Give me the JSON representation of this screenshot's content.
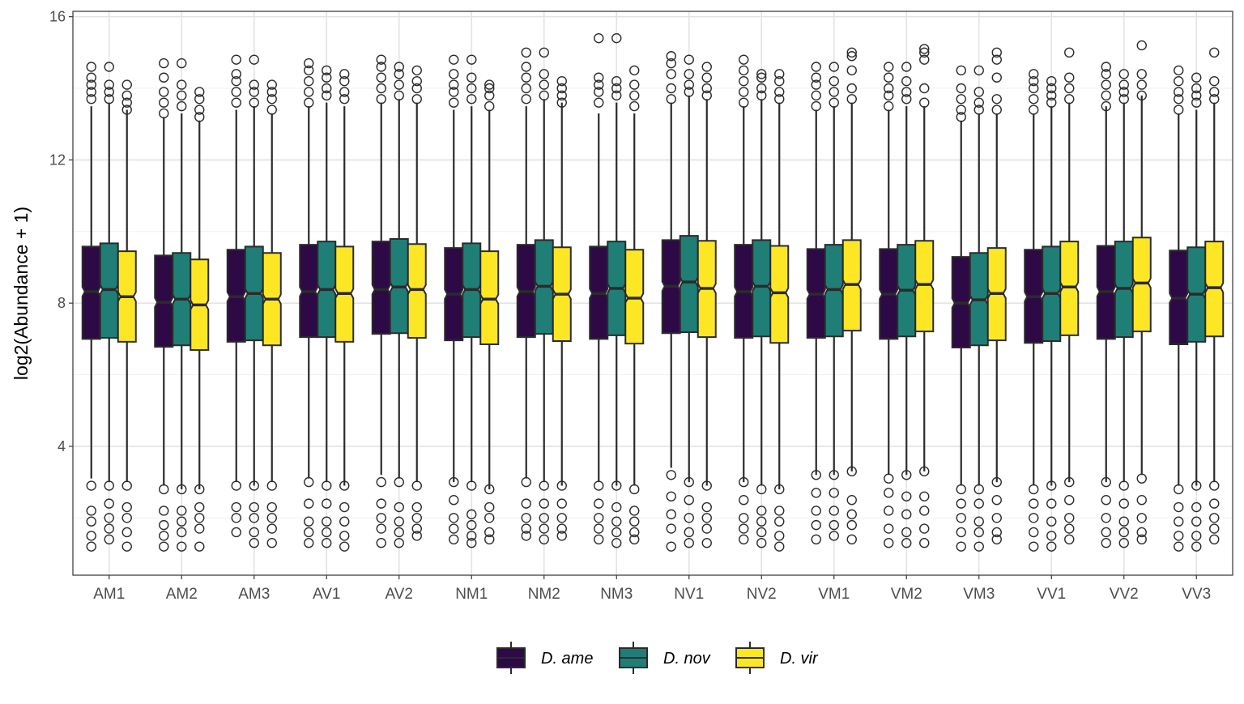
{
  "chart_data": {
    "type": "boxplot",
    "title": "",
    "xlabel": "",
    "ylabel": "log2(Abundance + 1)",
    "ylim": [
      0.4,
      16.15
    ],
    "yticks": [
      4,
      8,
      12,
      16
    ],
    "grid": true,
    "notched": true,
    "legend_position": "bottom",
    "categories": [
      "AM1",
      "AM2",
      "AM3",
      "AV1",
      "AV2",
      "NM1",
      "NM2",
      "NM3",
      "NV1",
      "NV2",
      "VM1",
      "VM2",
      "VM3",
      "VV1",
      "VV2",
      "VV3"
    ],
    "series": [
      {
        "name": "D. ame",
        "color": "#440154",
        "fill": "#2d0a45",
        "stats": [
          [
            3.1,
            7.0,
            8.32,
            9.58,
            13.5
          ],
          [
            2.9,
            6.78,
            8.02,
            9.33,
            13.2
          ],
          [
            3.0,
            6.92,
            8.18,
            9.49,
            13.4
          ],
          [
            3.1,
            7.05,
            8.32,
            9.63,
            13.5
          ],
          [
            3.2,
            7.14,
            8.38,
            9.72,
            13.6
          ],
          [
            3.0,
            6.96,
            8.25,
            9.54,
            13.4
          ],
          [
            3.1,
            7.05,
            8.32,
            9.63,
            13.5
          ],
          [
            3.0,
            7.0,
            8.27,
            9.58,
            13.3
          ],
          [
            3.4,
            7.16,
            8.47,
            9.76,
            13.6
          ],
          [
            3.0,
            7.03,
            8.32,
            9.63,
            13.5
          ],
          [
            3.2,
            7.03,
            8.25,
            9.51,
            13.4
          ],
          [
            3.2,
            7.0,
            8.25,
            9.51,
            13.4
          ],
          [
            2.9,
            6.76,
            8.0,
            9.29,
            13.1
          ],
          [
            2.9,
            6.89,
            8.18,
            9.49,
            13.3
          ],
          [
            3.0,
            7.0,
            8.32,
            9.6,
            13.5
          ],
          [
            2.9,
            6.85,
            8.14,
            9.47,
            13.3
          ]
        ],
        "outliers": [
          [
            13.7,
            13.9,
            14.1,
            14.3,
            14.6,
            2.9,
            2.2,
            1.9,
            1.5,
            1.2
          ],
          [
            13.3,
            13.6,
            13.9,
            14.3,
            14.7,
            2.8,
            2.2,
            1.8,
            1.5,
            1.2
          ],
          [
            13.6,
            13.9,
            14.2,
            14.4,
            14.8,
            2.9,
            2.3,
            2.0,
            1.6
          ],
          [
            13.6,
            13.9,
            14.2,
            14.5,
            14.7,
            3.0,
            2.4,
            1.9,
            1.6,
            1.3
          ],
          [
            13.7,
            14.0,
            14.3,
            14.6,
            14.8,
            3.0,
            2.4,
            2.0,
            1.7,
            1.3
          ],
          [
            13.6,
            13.9,
            14.1,
            14.4,
            14.8,
            3.0,
            2.5,
            2.0,
            1.7,
            1.4
          ],
          [
            13.7,
            14.0,
            14.3,
            14.6,
            15.0,
            3.0,
            2.4,
            2.0,
            1.7,
            1.5
          ],
          [
            13.6,
            13.9,
            14.1,
            14.3,
            15.4,
            2.9,
            2.4,
            2.0,
            1.7,
            1.4
          ],
          [
            13.7,
            14.0,
            14.4,
            14.7,
            14.9,
            3.2,
            2.6,
            2.1,
            1.7,
            1.2
          ],
          [
            13.6,
            13.9,
            14.2,
            14.5,
            14.8,
            3.0,
            2.5,
            2.0,
            1.7,
            1.4
          ],
          [
            13.5,
            13.8,
            14.1,
            14.3,
            14.6,
            3.2,
            2.7,
            2.2,
            1.8,
            1.4
          ],
          [
            13.5,
            13.8,
            14.0,
            14.3,
            14.6,
            3.1,
            2.7,
            2.2,
            1.7,
            1.3
          ],
          [
            13.2,
            13.4,
            13.7,
            14.0,
            14.5,
            2.8,
            2.4,
            2.0,
            1.6,
            1.2
          ],
          [
            13.4,
            13.7,
            14.0,
            14.2,
            14.4,
            2.8,
            2.4,
            2.0,
            1.6,
            1.2
          ],
          [
            13.5,
            13.8,
            14.1,
            14.4,
            14.6,
            3.0,
            2.5,
            2.0,
            1.6,
            1.3
          ],
          [
            13.4,
            13.7,
            13.9,
            14.2,
            14.5,
            2.8,
            2.3,
            1.9,
            1.5,
            1.2
          ]
        ]
      },
      {
        "name": "D. nov",
        "color": "#21908C",
        "fill": "#1f7f77",
        "stats": [
          [
            3.0,
            7.03,
            8.38,
            9.67,
            13.6
          ],
          [
            2.8,
            6.82,
            8.11,
            9.4,
            13.3
          ],
          [
            2.9,
            6.96,
            8.27,
            9.58,
            13.5
          ],
          [
            3.0,
            7.05,
            8.38,
            9.72,
            13.6
          ],
          [
            3.1,
            7.16,
            8.45,
            9.79,
            13.7
          ],
          [
            3.0,
            7.05,
            8.38,
            9.67,
            13.5
          ],
          [
            3.0,
            7.14,
            8.47,
            9.76,
            13.7
          ],
          [
            2.9,
            7.1,
            8.41,
            9.72,
            13.6
          ],
          [
            3.0,
            7.19,
            8.59,
            9.88,
            13.8
          ],
          [
            2.9,
            7.07,
            8.47,
            9.76,
            13.7
          ],
          [
            3.2,
            7.07,
            8.38,
            9.63,
            13.5
          ],
          [
            3.2,
            7.07,
            8.36,
            9.63,
            13.5
          ],
          [
            2.9,
            6.82,
            8.09,
            9.4,
            13.3
          ],
          [
            2.9,
            6.94,
            8.27,
            9.58,
            13.5
          ],
          [
            3.0,
            7.05,
            8.41,
            9.72,
            13.6
          ],
          [
            2.9,
            6.92,
            8.25,
            9.56,
            13.4
          ]
        ],
        "outliers": [
          [
            13.7,
            13.9,
            14.1,
            14.6,
            2.9,
            2.4,
            2.0,
            1.7,
            1.4
          ],
          [
            13.5,
            13.8,
            14.1,
            14.7,
            2.8,
            2.2,
            1.9,
            1.6,
            1.2
          ],
          [
            13.6,
            13.9,
            14.1,
            14.8,
            2.9,
            2.3,
            2.0,
            1.6,
            1.3
          ],
          [
            13.8,
            14.0,
            14.3,
            14.5,
            2.9,
            2.4,
            1.9,
            1.6,
            1.3
          ],
          [
            13.8,
            14.1,
            14.4,
            14.6,
            3.0,
            2.3,
            1.9,
            1.6,
            1.3
          ],
          [
            13.7,
            14.0,
            14.3,
            14.8,
            2.9,
            2.1,
            1.8,
            1.5,
            1.3
          ],
          [
            13.8,
            14.1,
            14.4,
            15.0,
            2.9,
            2.4,
            2.0,
            1.7,
            1.4
          ],
          [
            13.8,
            14.0,
            14.2,
            15.4,
            2.9,
            2.3,
            1.9,
            1.6,
            1.3
          ],
          [
            13.9,
            14.1,
            14.4,
            14.8,
            3.0,
            2.5,
            2.0,
            1.6,
            1.3
          ],
          [
            13.8,
            14.0,
            14.3,
            14.4,
            2.8,
            2.2,
            1.9,
            1.6,
            1.3
          ],
          [
            13.6,
            13.9,
            14.2,
            14.6,
            3.2,
            2.7,
            2.2,
            1.8,
            1.5
          ],
          [
            13.7,
            13.9,
            14.2,
            14.6,
            3.2,
            2.6,
            2.1,
            1.6,
            1.3
          ],
          [
            13.4,
            13.6,
            13.9,
            14.5,
            2.8,
            2.4,
            1.9,
            1.6,
            1.2
          ],
          [
            13.6,
            13.8,
            14.0,
            14.2,
            2.9,
            2.4,
            1.9,
            1.5,
            1.2
          ],
          [
            13.7,
            13.9,
            14.1,
            14.4,
            2.9,
            2.4,
            1.9,
            1.6,
            1.3
          ],
          [
            13.6,
            13.8,
            14.0,
            14.3,
            2.9,
            2.3,
            1.9,
            1.5,
            1.2
          ]
        ]
      },
      {
        "name": "D. vir",
        "color": "#FDE725",
        "fill": "#fde725",
        "stats": [
          [
            3.0,
            6.92,
            8.18,
            9.45,
            13.4
          ],
          [
            2.8,
            6.69,
            7.95,
            9.22,
            13.1
          ],
          [
            3.0,
            6.82,
            8.11,
            9.4,
            13.3
          ],
          [
            2.9,
            6.92,
            8.27,
            9.58,
            13.5
          ],
          [
            3.0,
            7.03,
            8.38,
            9.65,
            13.6
          ],
          [
            2.8,
            6.85,
            8.11,
            9.45,
            13.4
          ],
          [
            2.9,
            6.94,
            8.25,
            9.56,
            13.6
          ],
          [
            2.9,
            6.87,
            8.14,
            9.49,
            13.3
          ],
          [
            2.9,
            7.05,
            8.41,
            9.74,
            13.7
          ],
          [
            2.8,
            6.89,
            8.29,
            9.6,
            13.6
          ],
          [
            3.3,
            7.23,
            8.52,
            9.76,
            13.6
          ],
          [
            3.3,
            7.21,
            8.52,
            9.74,
            13.5
          ],
          [
            3.0,
            6.96,
            8.27,
            9.54,
            13.3
          ],
          [
            3.0,
            7.1,
            8.45,
            9.72,
            13.6
          ],
          [
            3.2,
            7.21,
            8.56,
            9.83,
            13.8
          ],
          [
            3.0,
            7.07,
            8.43,
            9.72,
            13.6
          ]
        ],
        "outliers": [
          [
            13.4,
            13.6,
            13.8,
            14.1,
            2.9,
            2.3,
            2.0,
            1.6,
            1.2
          ],
          [
            13.2,
            13.4,
            13.7,
            13.9,
            2.8,
            2.3,
            2.0,
            1.7,
            1.2
          ],
          [
            13.4,
            13.7,
            13.9,
            14.1,
            2.9,
            2.3,
            2.0,
            1.7,
            1.3
          ],
          [
            13.7,
            13.9,
            14.2,
            14.4,
            2.9,
            2.3,
            1.9,
            1.5,
            1.2
          ],
          [
            13.7,
            14.0,
            14.2,
            14.5,
            2.9,
            2.3,
            2.0,
            1.7,
            1.5
          ],
          [
            13.5,
            13.8,
            14.0,
            14.1,
            2.8,
            2.3,
            2.0,
            1.6,
            1.4
          ],
          [
            13.6,
            13.8,
            14.0,
            14.2,
            2.9,
            2.4,
            2.0,
            1.7,
            1.5
          ],
          [
            13.5,
            13.8,
            14.1,
            14.5,
            2.8,
            2.2,
            1.9,
            1.6,
            1.4
          ],
          [
            13.8,
            14.0,
            14.3,
            14.6,
            2.9,
            2.3,
            2.0,
            1.7,
            1.3
          ],
          [
            13.7,
            13.9,
            14.2,
            14.4,
            2.8,
            2.2,
            1.9,
            1.5,
            1.2
          ],
          [
            13.7,
            14.0,
            14.5,
            14.9,
            15.0,
            3.3,
            2.5,
            2.1,
            1.8,
            1.4
          ],
          [
            13.6,
            14.0,
            14.8,
            15.0,
            15.1,
            3.3,
            2.6,
            2.2,
            1.7,
            1.3
          ],
          [
            13.4,
            13.7,
            14.3,
            14.8,
            15.0,
            3.0,
            2.5,
            2.0,
            1.6,
            1.4
          ],
          [
            13.7,
            14.0,
            14.3,
            15.0,
            3.0,
            2.5,
            2.0,
            1.7,
            1.4
          ],
          [
            13.8,
            14.1,
            14.4,
            15.2,
            3.1,
            2.5,
            2.0,
            1.6,
            1.4
          ],
          [
            13.7,
            13.9,
            14.2,
            15.0,
            2.9,
            2.4,
            2.0,
            1.7,
            1.4
          ]
        ]
      }
    ]
  }
}
